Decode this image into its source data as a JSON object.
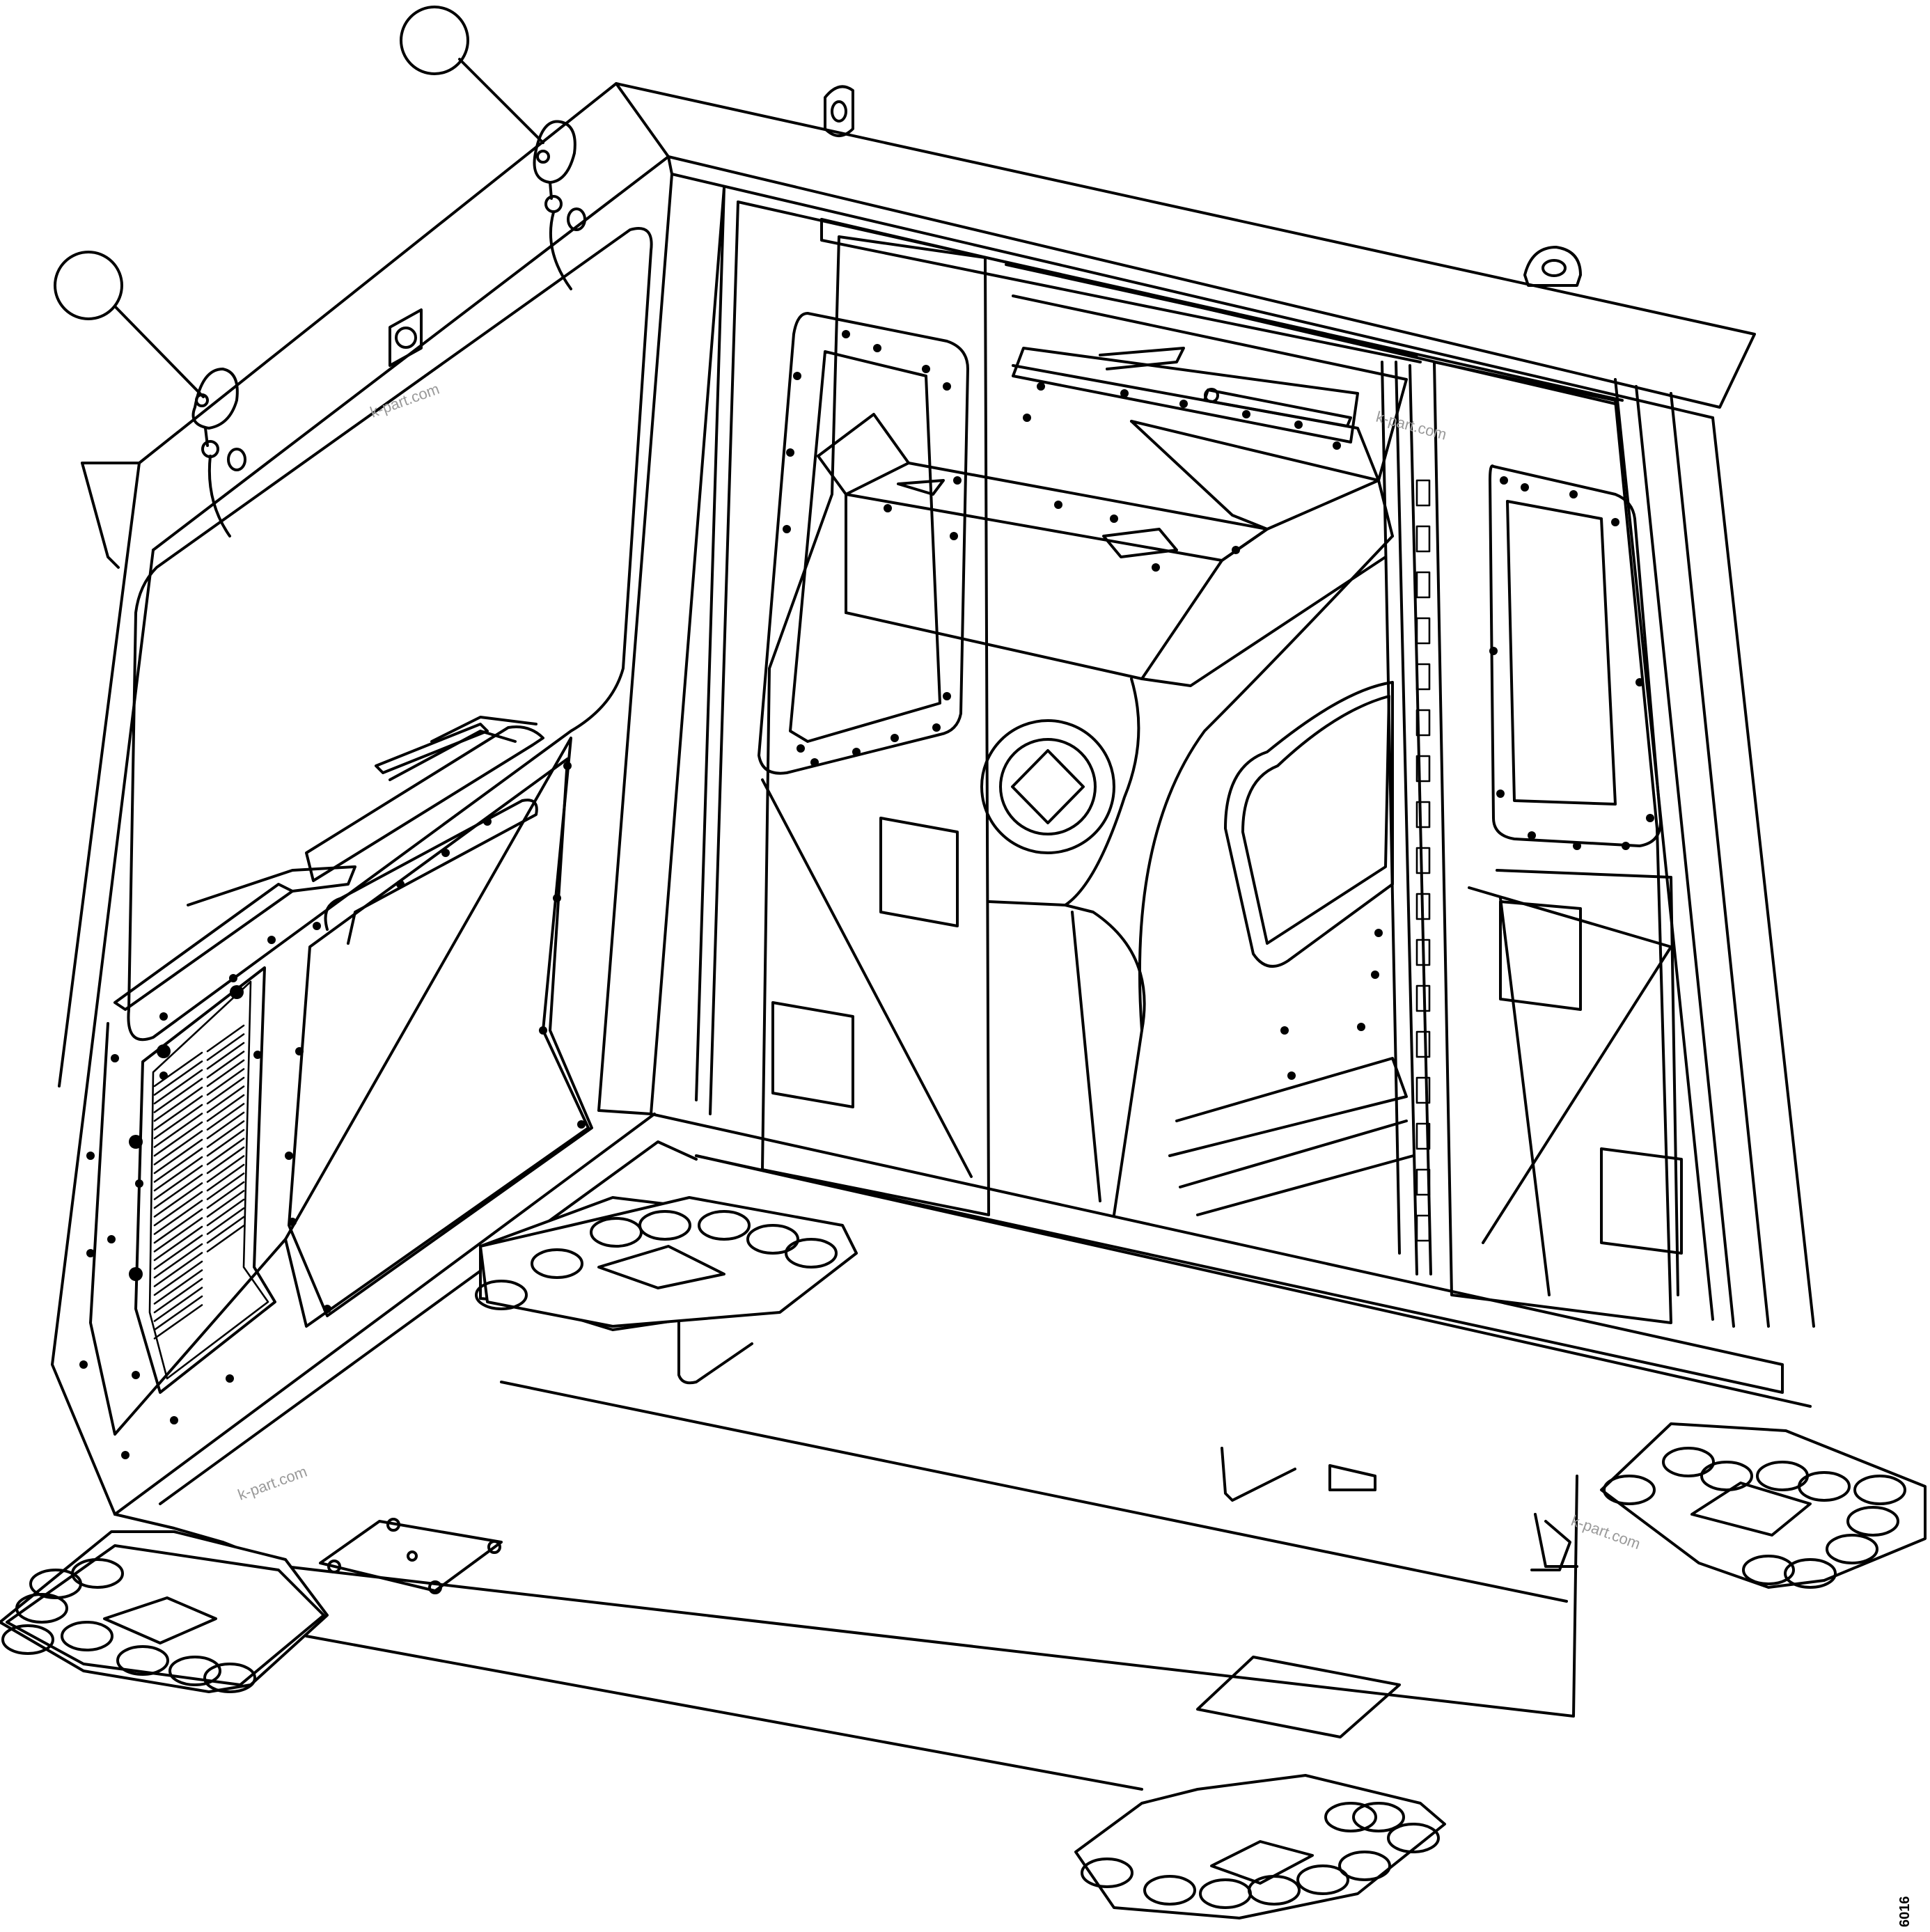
{
  "figure": {
    "callouts": [
      {
        "id": "callout-1",
        "label": ""
      },
      {
        "id": "callout-2",
        "label": ""
      }
    ],
    "watermarks": [
      "k-part.com",
      "k-part.com",
      "k-part.com",
      "k-part.com"
    ],
    "drawing_code": "6016",
    "line_color": "#000000",
    "background_color": "#ffffff",
    "watermark_color": "#9a9a9a"
  }
}
